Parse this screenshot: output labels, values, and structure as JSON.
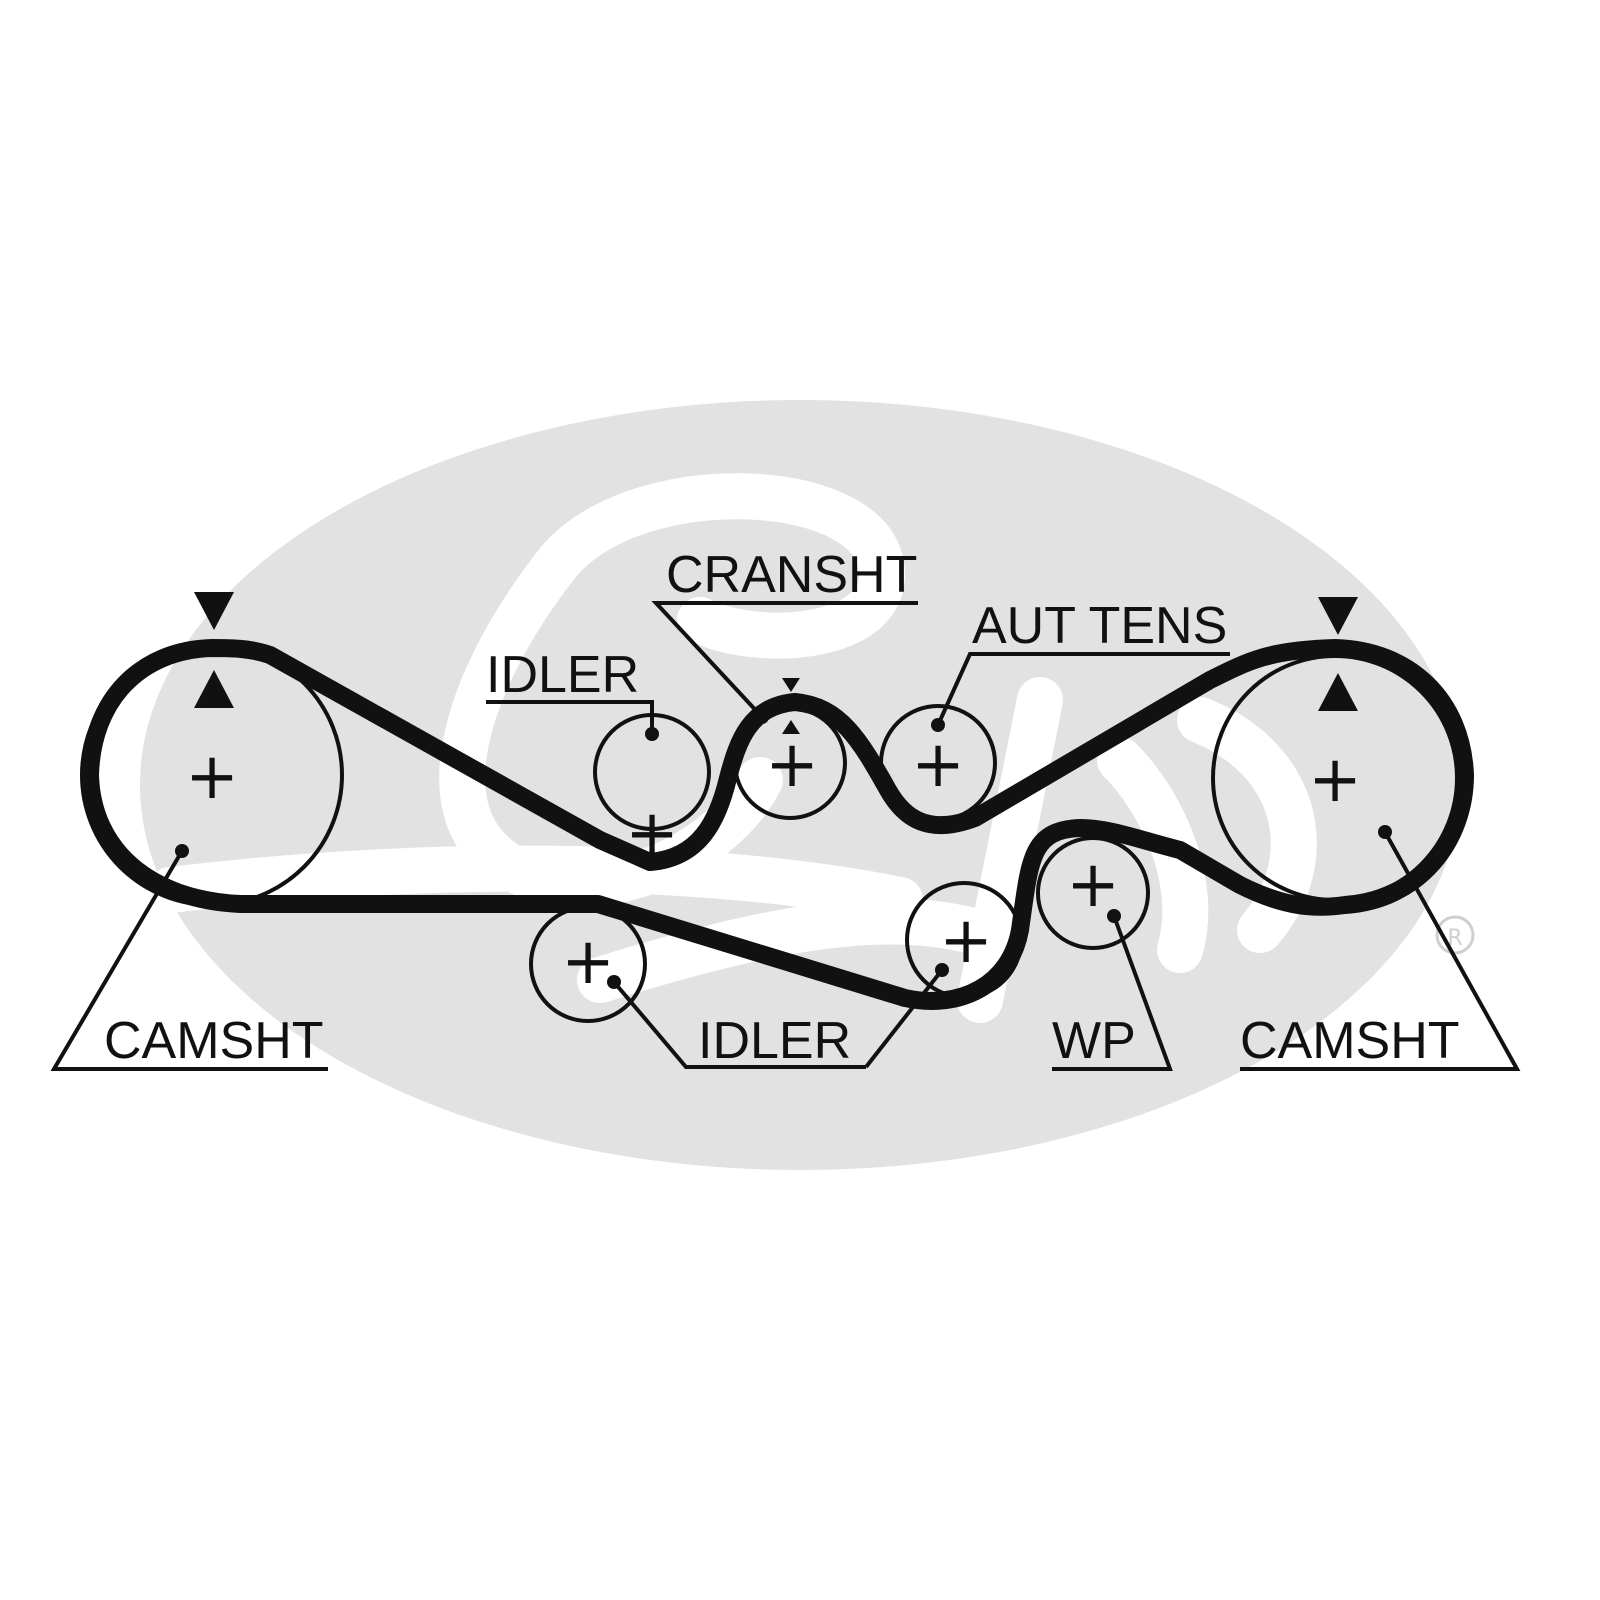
{
  "diagram": {
    "labels": {
      "camshaft_left": "CAMSHT",
      "camshaft_right": "CAMSHT",
      "crankshaft": "CRANSHT",
      "auto_tensioner": "AUT TENS",
      "idler_upper": "IDLER",
      "idler_lower": "IDLER",
      "water_pump": "WP"
    },
    "center_mark": "+",
    "colors": {
      "belt": "#111111",
      "watermark": "#e2e2e2",
      "background": "#ffffff"
    },
    "watermark_brand": "Gates"
  }
}
